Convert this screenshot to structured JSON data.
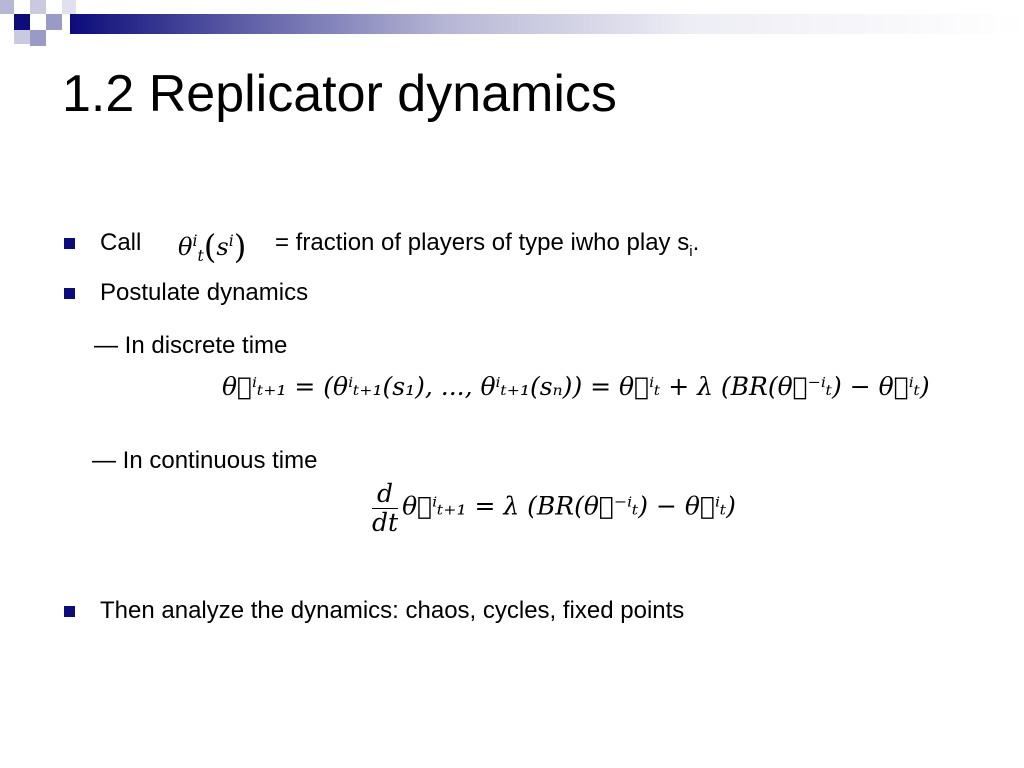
{
  "slide": {
    "title": "1.2 Replicator dynamics",
    "bullet1": {
      "prefix": "Call",
      "formula": {
        "theta": "θ",
        "sup_i": "i",
        "sub_t": "t",
        "s": "s"
      },
      "suffix": "= fraction of players of type iwho play s",
      "suffix_sub": "i",
      "suffix_end": "."
    },
    "bullet2": {
      "text": "Postulate dynamics"
    },
    "discrete": {
      "label": "— In discrete time",
      "equation": "θ⃗ⁱₜ₊₁ = (θⁱₜ₊₁(s₁), ..., θⁱₜ₊₁(sₙ)) = θ⃗ⁱₜ + λ (BR(θ⃗⁻ⁱₜ) − θ⃗ⁱₜ)"
    },
    "continuous": {
      "label": "— In continuous time",
      "d": "d",
      "dt": "dt",
      "rhs": "θ⃗ⁱₜ₊₁ = λ (BR(θ⃗⁻ⁱₜ) − θ⃗ⁱₜ)"
    },
    "bullet3": {
      "text": "Then analyze the dynamics: chaos, cycles, fixed points"
    }
  },
  "colors": {
    "accent": "#0c0c7a",
    "accent_light": "#9a9ac6",
    "text": "#000000",
    "background": "#ffffff"
  }
}
